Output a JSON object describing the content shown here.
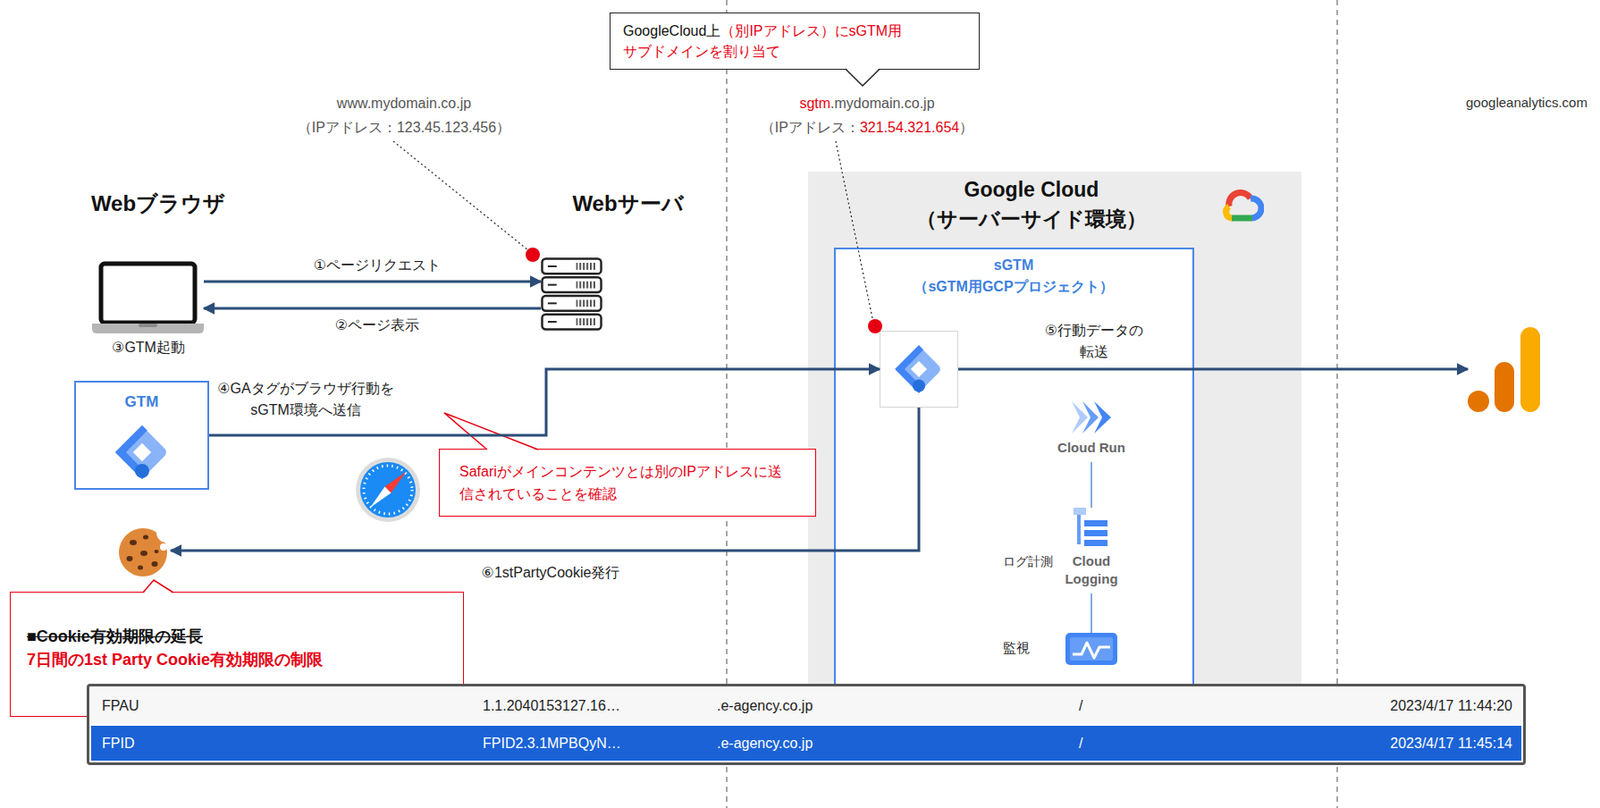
{
  "diagram": {
    "nodes": [
      {
        "text": [
          "GoogleCloud上",
          "（別IPアドレス）にsGTM用 サブドメインを割り当て"
        ]
      },
      {
        "text": [
          "③GTM起動"
        ]
      },
      {
        "text": [
          "Webサーバ"
        ]
      },
      {
        "text": [
          "Google Cloud",
          "（サーバーサイド環境）"
        ]
      },
      {
        "text": [
          "sGTM",
          "（sGTM用GCPプロジェクト）"
        ],
        "in": 3
      },
      {
        "text": [
          "GTM"
        ]
      },
      {
        "text": [
          "Safariがメインコンテンツとは別のIPアドレスに送信されていることを確認"
        ]
      },
      {
        "text": [
          "Cloud Run"
        ],
        "in": 4
      },
      {
        "text": [
          "Cloud Logging"
        ],
        "in": 4
      },
      {
        "text": [
          "監視"
        ],
        "in": 4
      },
      {
        "text": [
          "googleanalytics.com"
        ]
      },
      {
        "text": [
          "■Cookie有効期限の延長",
          "7日間の1st Party Cookie有効期限の制限"
        ]
      }
    ],
    "edges": [
      {
        "from": 1,
        "to": 2,
        "arrow": "to",
        "label": "①ページリクエスト"
      },
      {
        "from": 2,
        "to": 1,
        "arrow": "to",
        "label": "②ページ表示"
      },
      {
        "from": 5,
        "to": 4,
        "arrow": "to",
        "label": "④GAタグがブラウザ行動を sGTM環境へ送信"
      },
      {
        "from": 4,
        "to": 10,
        "arrow": "to",
        "label": "⑤行動データの 転送"
      },
      {
        "from": 4,
        "to": 11,
        "arrow": "to",
        "label": "⑥1stPartyCookie発行"
      },
      {
        "from": 7,
        "to": 8,
        "arrow": "none"
      },
      {
        "from": 8,
        "to": 9,
        "arrow": "none"
      }
    ],
    "labels": [
      "Webブラウザ",
      "www.mydomain.co.jp",
      "（IPアドレス：123.45.123.456）",
      "sgtm",
      ".mydomain.co.jp",
      "（IPアドレス：",
      "321.54.321.654",
      "）",
      "ログ計測",
      "FPAU",
      "1.1.2040153127.16…",
      ".e-agency.co.jp",
      "/",
      "2023/4/17 11:44:20",
      "FPID",
      "FPID2.3.1MPBQyN…",
      ".e-agency.co.jp",
      "/",
      "2023/4/17 11:45:14"
    ]
  }
}
